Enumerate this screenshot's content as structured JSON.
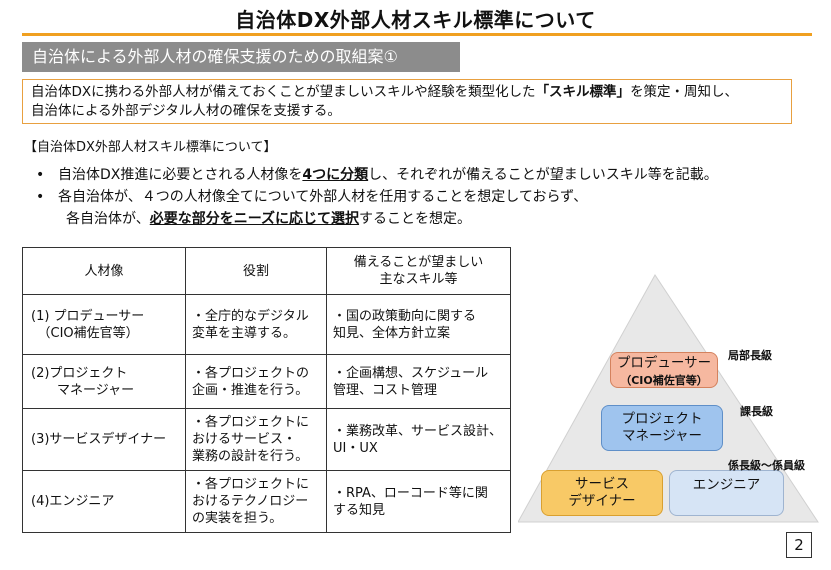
{
  "title": "自治体DX外部人材スキル標準について",
  "subheading": "自治体による外部人材の確保支援のための取組案①",
  "summary": {
    "line1_pre": "自治体DXに携わる外部人材が備えておくことが望ましいスキルや経験を類型化した",
    "line1_bold": "「スキル標準」",
    "line1_post": "を策定・周知し、",
    "line2": "自治体による外部デジタル人材の確保を支援する。"
  },
  "section_label": "【自治体DX外部人材スキル標準について】",
  "bullets": {
    "b1_pre": "自治体DX推進に必要とされる人材像を",
    "b1_em": "4つに分類",
    "b1_post": "し、それぞれが備えることが望ましいスキル等を記載。",
    "b2_line1": "各自治体が、４つの人材像全てについて外部人材を任用することを想定しておらず、",
    "b2_pre": "各自治体が、",
    "b2_em": "必要な部分をニーズに応じて選択",
    "b2_post": "することを想定。",
    "marker": "•"
  },
  "table": {
    "headers": [
      "人材像",
      "役割",
      "備えることが望ましい\n主なスキル等"
    ],
    "rows": [
      {
        "role_l1": "(1) プロデューサー",
        "role_l2": "　（CIO補佐官等）",
        "duty": "・全庁的なデジタル\n変革を主導する。",
        "skill": "・国の政策動向に関する\n知見、全体方針立案"
      },
      {
        "role_l1": "(2)プロジェクト",
        "role_l2": "　　マネージャー",
        "duty": "・各プロジェクトの\n企画・推進を行う。",
        "skill": "・企画構想、スケジュール\n管理、コスト管理"
      },
      {
        "role_l1": "(3)サービスデザイナー",
        "role_l2": "",
        "duty": "・各プロジェクトに\nおけるサービス・\n業務の設計を行う。",
        "skill": "・業務改革、サービス設計、\nUI・UX"
      },
      {
        "role_l1": "(4)エンジニア",
        "role_l2": "",
        "duty": "・各プロジェクトに\nおけるテクノロジー\nの実装を担う。",
        "skill": "・RPA、ローコード等に関\nする知見"
      }
    ]
  },
  "pyramid": {
    "producer": "プロデューサー",
    "producer_sub": "（CIO補佐官等）",
    "pm_l1": "プロジェクト",
    "pm_l2": "マネージャー",
    "designer_l1": "サービス",
    "designer_l2": "デザイナー",
    "engineer": "エンジニア",
    "tier1": "局部長級",
    "tier2": "課長級",
    "tier3": "係長級～係員級",
    "colors": {
      "producer": "#f6b8a0",
      "pm": "#9fc4ee",
      "designer": "#f8c966",
      "engineer": "#d6e4f5",
      "triangle": "#e8e8e8"
    }
  },
  "page_number": "2"
}
